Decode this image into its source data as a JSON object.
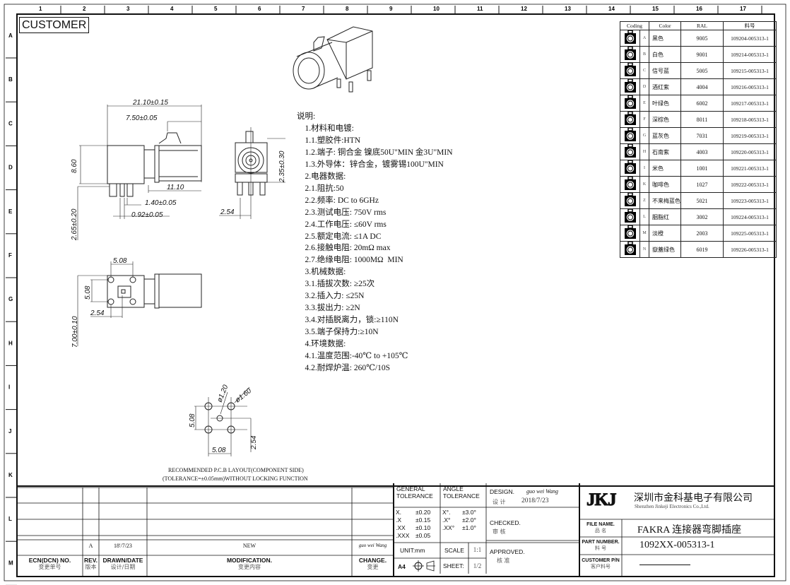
{
  "frame": {
    "columns": [
      "1",
      "2",
      "3",
      "4",
      "5",
      "6",
      "7",
      "8",
      "9",
      "10",
      "11",
      "12",
      "13",
      "14",
      "15",
      "16",
      "17"
    ],
    "rows": [
      "A",
      "B",
      "C",
      "D",
      "E",
      "F",
      "G",
      "H",
      "I",
      "J",
      "K",
      "L",
      "M"
    ]
  },
  "customer_label": "CUSTOMER",
  "side_view": {
    "dims": [
      "21.10±0.15",
      "7.50±0.05",
      "8.60",
      "11.10",
      "1.40±0.05",
      "0.92±0.05",
      "2.65±0.20"
    ]
  },
  "front_view": {
    "dims": [
      "2.35±0.30",
      "2.54"
    ]
  },
  "bottom_view": {
    "dims": [
      "5.08",
      "5.08",
      "2.54",
      "7.00±0.10"
    ]
  },
  "pcb_layout": {
    "dims": [
      "ø1.20",
      "ø1.60",
      "5.08",
      "5.08",
      "2.54"
    ],
    "caption_1": "RECOMMENDED P.C.B LAYOUT(COMPONENT SIDE)",
    "caption_2": "(TOLERANCE=±0.05mm)WITHOUT LOCKING FUNCTION"
  },
  "notes": [
    "说明:",
    "    1.材料和电镀:",
    "    1.1.塑胶件:HTN",
    "    1.2.端子: 铜合金 镍底50U\"MIN 金3U\"MIN",
    "    1.3.外导体：锌合金，镀雾锡100U\"MIN",
    "    2.电器数据:",
    "    2.1.阻抗:50",
    "    2.2.频率: DC to 6GHz",
    "    2.3.测试电压: 750V rms",
    "    2.4.工作电压: ≤60V rms",
    "    2.5.额定电流: ≤1A DC",
    "    2.6.接触电阻: 20mΩ max",
    "    2.7.绝缘电阻: 1000MΩ  MIN",
    "    3.机械数据:",
    "    3.1.插拔次数: ≥25次",
    "    3.2.插入力: ≤25N",
    "    3.3.拔出力: ≥2N",
    "    3.4.对插脱离力，锁:≥110N",
    "    3.5.端子保持力:≥10N",
    "    4.环境数据:",
    "    4.1.温度范围:-40℃ to +105℃",
    "    4.2.耐焊炉温: 260℃/10S"
  ],
  "coding_table": {
    "headers": [
      "Coding",
      "Color",
      "RAL",
      "料号"
    ],
    "rows": [
      {
        "code": "A",
        "color": "黑色",
        "ral": "9005",
        "part": "109204-005313-1"
      },
      {
        "code": "B",
        "color": "白色",
        "ral": "9001",
        "part": "109214-005313-1"
      },
      {
        "code": "C",
        "color": "信号蓝",
        "ral": "5005",
        "part": "109215-005313-1"
      },
      {
        "code": "D",
        "color": "酒红紫",
        "ral": "4004",
        "part": "109216-005313-1"
      },
      {
        "code": "E",
        "color": "叶绿色",
        "ral": "6002",
        "part": "109217-005313-1"
      },
      {
        "code": "F",
        "color": "深棕色",
        "ral": "8011",
        "part": "109218-005313-1"
      },
      {
        "code": "G",
        "color": "蓝灰色",
        "ral": "7031",
        "part": "109219-005313-1"
      },
      {
        "code": "H",
        "color": "石南紫",
        "ral": "4003",
        "part": "109220-005313-1"
      },
      {
        "code": "I",
        "color": "米色",
        "ral": "1001",
        "part": "109221-005313-1"
      },
      {
        "code": "K",
        "color": "咖啡色",
        "ral": "1027",
        "part": "109222-005313-1"
      },
      {
        "code": "Z",
        "color": "不来梅蓝色",
        "ral": "5021",
        "part": "109223-005313-1"
      },
      {
        "code": "L",
        "color": "胭脂红",
        "ral": "3002",
        "part": "109224-005313-1"
      },
      {
        "code": "M",
        "color": "淡橙",
        "ral": "2003",
        "part": "109225-005313-1"
      },
      {
        "code": "N",
        "color": "嶽蓋绿色",
        "ral": "6019",
        "part": "109226-005313-1"
      }
    ]
  },
  "revision_block": {
    "row": {
      "rev": "A",
      "date": "18'/7/23",
      "modification": "NEW",
      "change": "guo wei Wang"
    },
    "headers": {
      "ecn": "ECN(DCN) NO.",
      "ecn_cn": "变更单号",
      "rev": "REV.",
      "rev_cn": "版本",
      "drawn": "DRAWN/DATE",
      "drawn_cn": "设计/日期",
      "mod": "MODIFICATION.",
      "mod_cn": "变更内容",
      "change": "CHANGE.",
      "change_cn": "变更"
    }
  },
  "tolerance": {
    "general_label": "GENERAL TOLERANCE",
    "angle_label": "ANGLE TOLERANCE",
    "general": [
      [
        "X.",
        "±0.20"
      ],
      [
        ".X",
        "±0.15"
      ],
      [
        ".XX",
        "±0.10"
      ],
      [
        ".XXX",
        "±0.05"
      ]
    ],
    "angle": [
      [
        "X°.",
        "±3.0°"
      ],
      [
        ".X°",
        "±2.0°"
      ],
      [
        ".XX°",
        "±1.0°"
      ]
    ],
    "unit": "UNIT:mm",
    "scale_label": "SCALE",
    "scale": "1:1",
    "sheet_size": "A4",
    "sheet_label": "SHEET:",
    "sheet": "1/2"
  },
  "approvals": {
    "design_label": "DESIGN.",
    "design_cn": "设 计",
    "designer": "guo wei Wang",
    "design_date": "2018/7/23",
    "checked_label": "CHECKED.",
    "checked_cn": "审 核",
    "approved_label": "APPROVED.",
    "approved_cn": "核 准"
  },
  "company": {
    "logo": "JKJ",
    "name_cn": "深圳市金科基电子有限公司",
    "name_en": "Shenzhen Jinkeji Electronics Co.,Ltd.",
    "file_name_label": "FILE NAME.",
    "file_name_cn": "品 名",
    "file_name": "FAKRA 连接器弯脚插座",
    "part_label": "PART NUMBER.",
    "part_cn": "料 号",
    "part_number": "1092XX-005313-1",
    "customer_pn_label": "CUSTOMER P/N",
    "customer_pn_cn": "客户料号"
  }
}
